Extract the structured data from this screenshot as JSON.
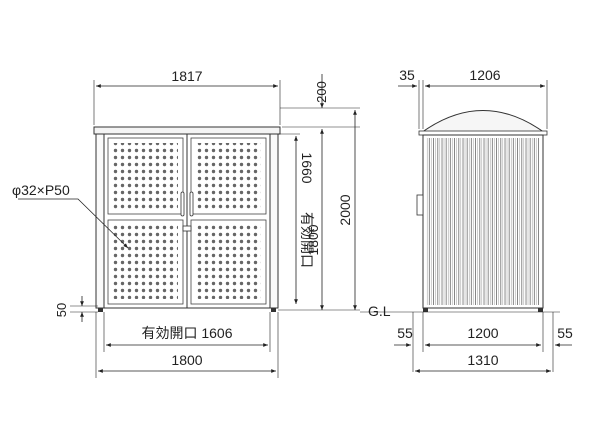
{
  "front_view": {
    "overall_width": "1817",
    "roof_height": "200",
    "total_height": "2000",
    "body_height": "1800",
    "opening_height": "1660",
    "opening_height_label": "有効開口",
    "base_height": "50",
    "opening_width": "有効開口 1606",
    "base_width": "1800",
    "perforation_note": "φ32×P50"
  },
  "side_view": {
    "eave": "35",
    "overall_depth": "1206",
    "ground_label": "G.L",
    "left_offset": "55",
    "inner_depth": "1200",
    "right_offset": "55",
    "total_depth": "1310"
  }
}
